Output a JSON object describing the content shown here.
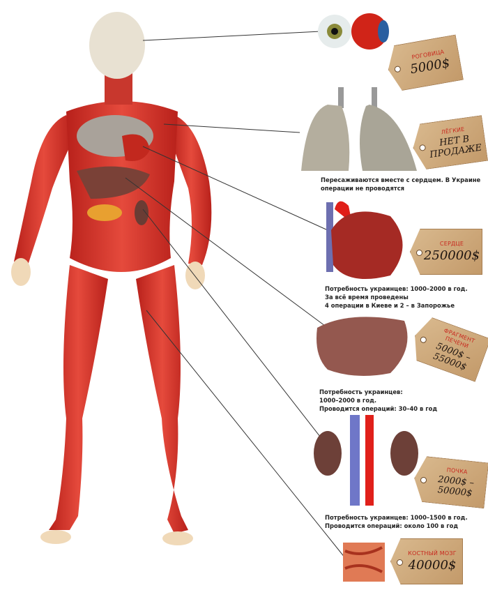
{
  "organs": [
    {
      "id": "cornea",
      "name": "РОГОВИЦА",
      "price": "5000$"
    },
    {
      "id": "lungs",
      "name": "ЛЁГКИЕ",
      "price": "НЕТ В ПРОДАЖЕ",
      "caption": "Пересаживаются вместе с сердцем. В Украине\nоперации не проводятся"
    },
    {
      "id": "heart",
      "name": "СЕРДЦЕ",
      "price": "250000$",
      "caption": "Потребность украинцев: 1000–2000 в год.\nЗа всё время проведены\n4 операции в Киеве и 2 – в Запорожье"
    },
    {
      "id": "liver",
      "name": "ФРАГМЕНТ ПЕЧЕНИ",
      "price": "5000$ – 55000$",
      "caption": "Потребность украинцев:\n1000–2000 в год.\nПроводится операций: 30–40 в год"
    },
    {
      "id": "kidney",
      "name": "ПОЧКА",
      "price": "2000$ – 50000$",
      "caption": "Потребность украинцев: 1000–1500 в год.\nПроводится операций: около 100 в год"
    },
    {
      "id": "marrow",
      "name": "КОСТНЫЙ МОЗГ",
      "price": "40000$"
    }
  ],
  "colors": {
    "muscle": "#d8362c",
    "tag": "#cfa878",
    "tag_title": "#c8281e"
  }
}
